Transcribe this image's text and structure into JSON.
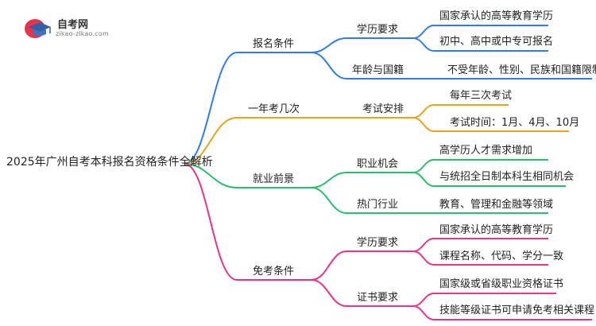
{
  "logo": {
    "title": "自考网",
    "url": "zikao-zikao.com"
  },
  "colors": {
    "blue": "#2f7de1",
    "orange": "#e8a317",
    "green": "#2bbd6e",
    "pink": "#e8338a"
  },
  "root": "2025年广州自考本科报名资格条件全解析",
  "branches": [
    {
      "label": "报名条件",
      "children": [
        {
          "label": "学历要求",
          "leaves": [
            "国家承认的高等教育学历",
            "初中、高中或中专可报名"
          ]
        },
        {
          "label": "年龄与国籍",
          "leaves": [
            "不受年龄、性别、民族和国籍限制"
          ]
        }
      ]
    },
    {
      "label": "一年考几次",
      "children": [
        {
          "label": "考试安排",
          "leaves": [
            "每年三次考试",
            "考试时间：1月、4月、10月"
          ]
        }
      ]
    },
    {
      "label": "就业前景",
      "children": [
        {
          "label": "职业机会",
          "leaves": [
            "高学历人才需求增加",
            "与统招全日制本科生相同机会"
          ]
        },
        {
          "label": "热门行业",
          "leaves": [
            "教育、管理和金融等领域"
          ]
        }
      ]
    },
    {
      "label": "免考条件",
      "children": [
        {
          "label": "学历要求",
          "leaves": [
            "国家承认的高等教育学历",
            "课程名称、代码、学分一致"
          ]
        },
        {
          "label": "证书要求",
          "leaves": [
            "国家级或省级职业资格证书",
            "技能等级证书可申请免考相关课程"
          ]
        }
      ]
    }
  ]
}
